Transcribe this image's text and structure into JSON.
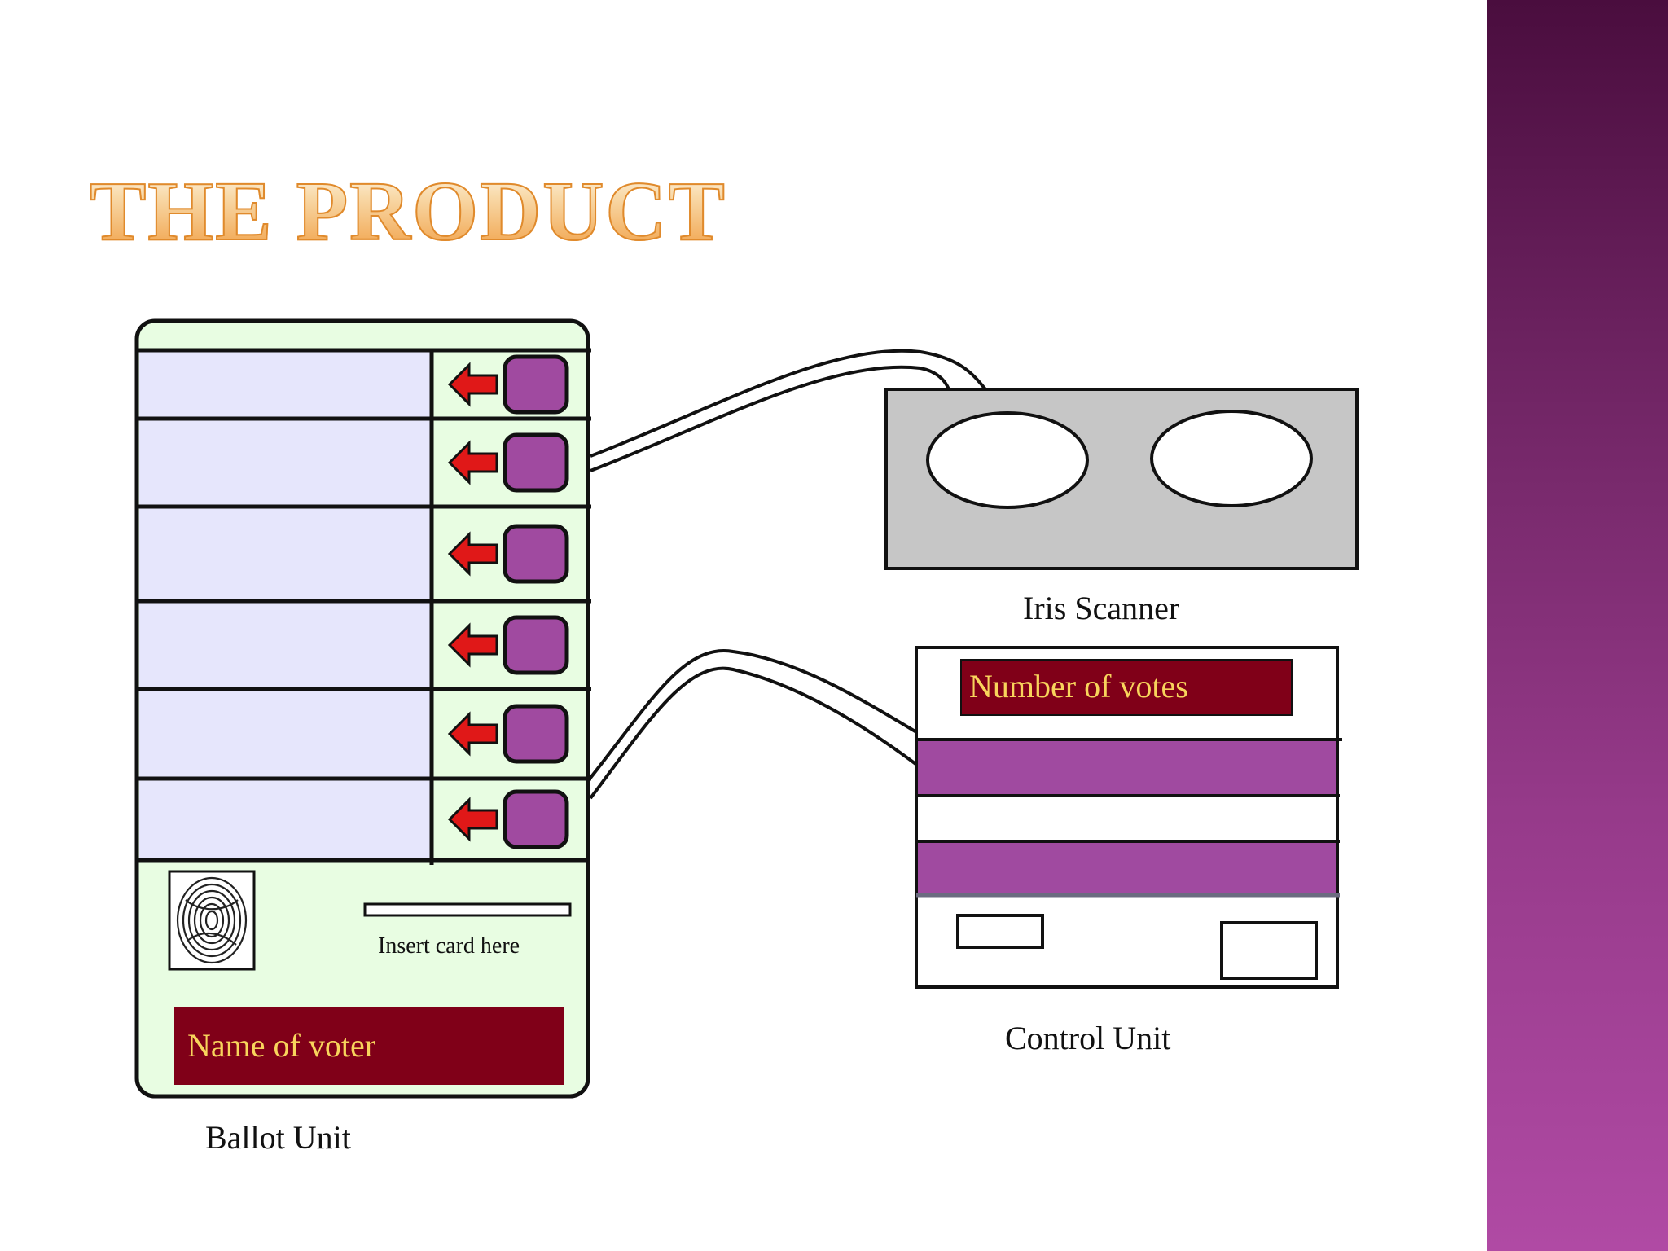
{
  "slide": {
    "title": "THE PRODUCT"
  },
  "ballot_unit": {
    "label": "Ballot Unit",
    "rows": 6,
    "card_slot_text": "Insert card here",
    "voter_name_text": "Name of voter"
  },
  "iris_scanner": {
    "label": "Iris Scanner"
  },
  "control_unit": {
    "label": "Control Unit",
    "votes_text": "Number of votes"
  },
  "colors": {
    "accent_purple": "#a04aa0",
    "dark_red": "#800018",
    "ballot_bg": "#e8fde2",
    "candidate_row": "#e6e6fc",
    "arrow_red": "#e01818",
    "scanner_grey": "#c6c6c6"
  }
}
